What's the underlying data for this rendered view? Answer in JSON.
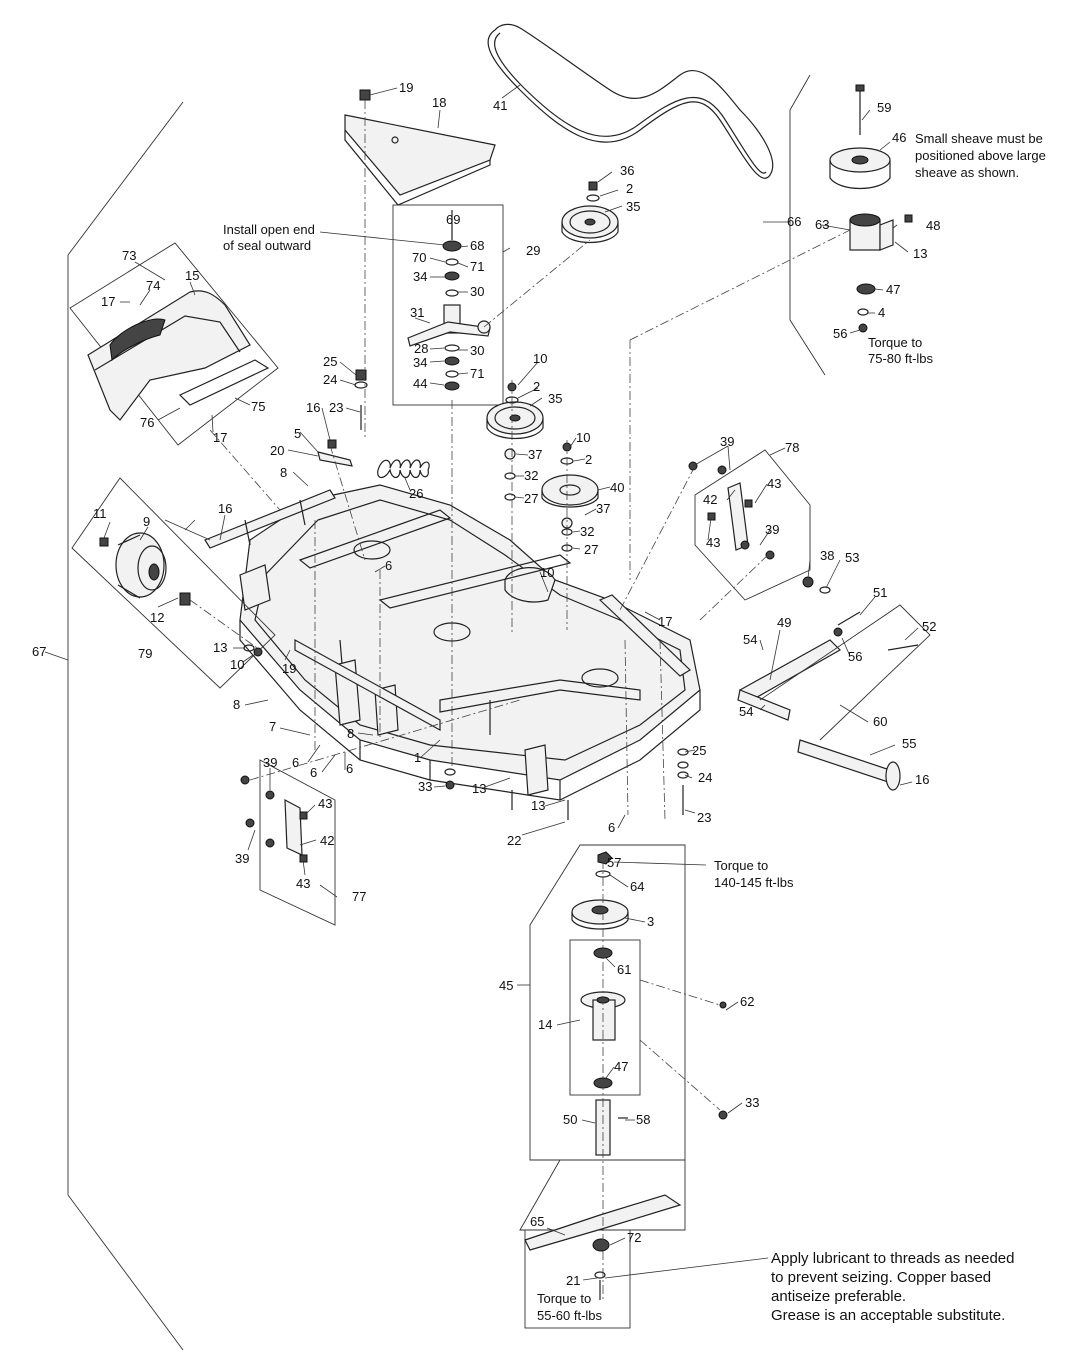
{
  "diagram": {
    "labels": [
      "1",
      "2",
      "3",
      "4",
      "5",
      "6",
      "7",
      "8",
      "9",
      "10",
      "11",
      "12",
      "13",
      "14",
      "15",
      "16",
      "17",
      "18",
      "19",
      "20",
      "21",
      "22",
      "23",
      "24",
      "25",
      "26",
      "27",
      "28",
      "29",
      "30",
      "31",
      "32",
      "33",
      "34",
      "35",
      "36",
      "37",
      "38",
      "39",
      "40",
      "41",
      "42",
      "43",
      "44",
      "45",
      "46",
      "47",
      "48",
      "49",
      "50",
      "51",
      "52",
      "53",
      "54",
      "55",
      "56",
      "57",
      "58",
      "59",
      "60",
      "61",
      "62",
      "63",
      "64",
      "65",
      "66",
      "67",
      "68",
      "69",
      "70",
      "71",
      "72",
      "73",
      "74",
      "75",
      "76",
      "77",
      "78",
      "79"
    ],
    "notes": {
      "seal": [
        "Install open end",
        "of seal outward"
      ],
      "sheave": [
        "Small sheave must be",
        "positioned above large",
        "sheave as shown."
      ],
      "torque_75": [
        "Torque to",
        "75-80 ft-lbs"
      ],
      "torque_140": [
        "Torque to",
        "140-145 ft-lbs"
      ],
      "torque_55": [
        "Torque to",
        "55-60 ft-lbs"
      ],
      "lubricant": [
        "Apply lubricant to threads as needed",
        "to prevent seizing.  Copper based",
        "antiseize preferable.",
        "Grease is an acceptable substitute."
      ]
    }
  }
}
